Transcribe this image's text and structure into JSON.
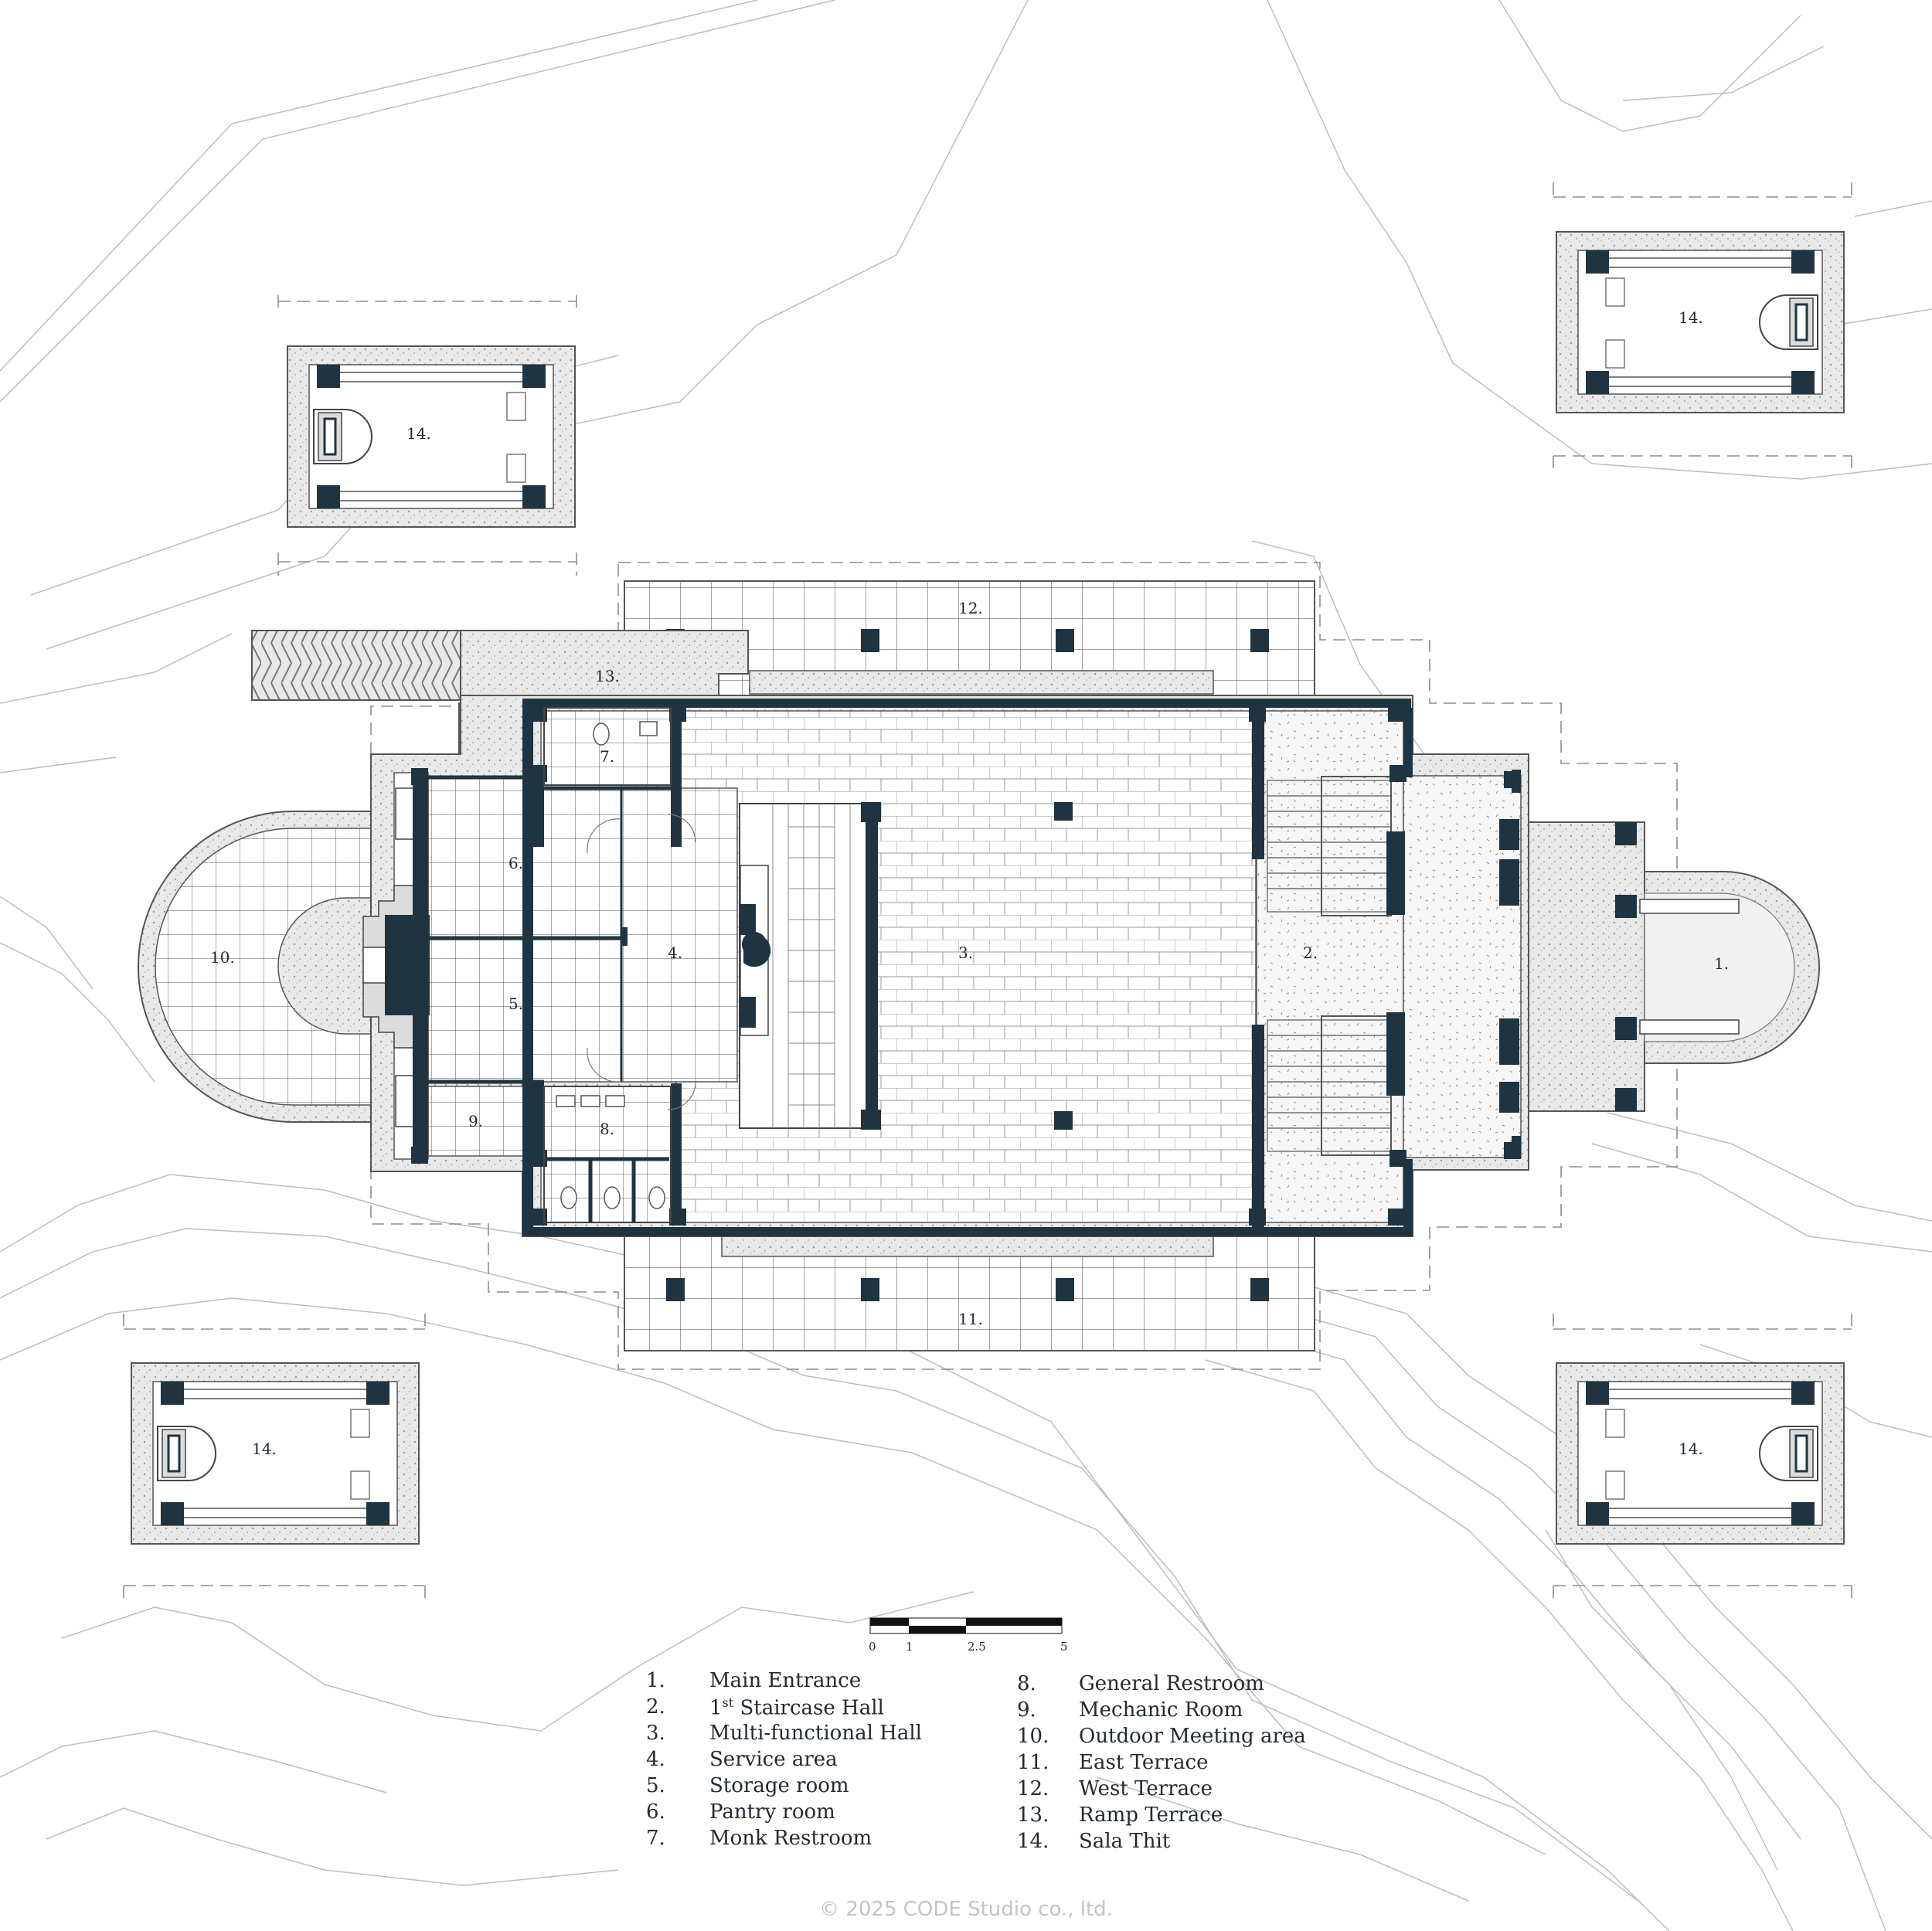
{
  "rooms": {
    "r1": "1.",
    "r2": "2.",
    "r3": "3.",
    "r4": "4.",
    "r5": "5.",
    "r6": "6.",
    "r7": "7.",
    "r8": "8.",
    "r9": "9.",
    "r10": "10.",
    "r11": "11.",
    "r12": "12.",
    "r13": "13.",
    "r14": "14."
  },
  "scale_bar": {
    "labels": [
      "0",
      "1",
      "2.5",
      "5"
    ]
  },
  "legend": {
    "left": [
      {
        "num": "1.",
        "name": "Main Entrance"
      },
      {
        "num": "2.",
        "name": "1",
        "sup": "st",
        "rest": " Staircase Hall"
      },
      {
        "num": "3.",
        "name": "Multi-functional Hall"
      },
      {
        "num": "4.",
        "name": "Service area"
      },
      {
        "num": "5.",
        "name": "Storage room"
      },
      {
        "num": "6.",
        "name": "Pantry room"
      },
      {
        "num": "7.",
        "name": "Monk Restroom"
      }
    ],
    "right": [
      {
        "num": "8.",
        "name": "General Restroom"
      },
      {
        "num": "9.",
        "name": "Mechanic Room"
      },
      {
        "num": "10.",
        "name": "Outdoor Meeting area"
      },
      {
        "num": "11.",
        "name": "East Terrace"
      },
      {
        "num": "12.",
        "name": "West Terrace"
      },
      {
        "num": "13.",
        "name": "Ramp Terrace"
      },
      {
        "num": "14.",
        "name": "Sala Thit"
      }
    ]
  },
  "copyright": "© 2025 CODE Studio co., ltd.",
  "colors": {
    "wall": "#1f3440",
    "line": "#b8b8b8",
    "ink": "#1f2a33",
    "grain": "#e4e4e4"
  }
}
